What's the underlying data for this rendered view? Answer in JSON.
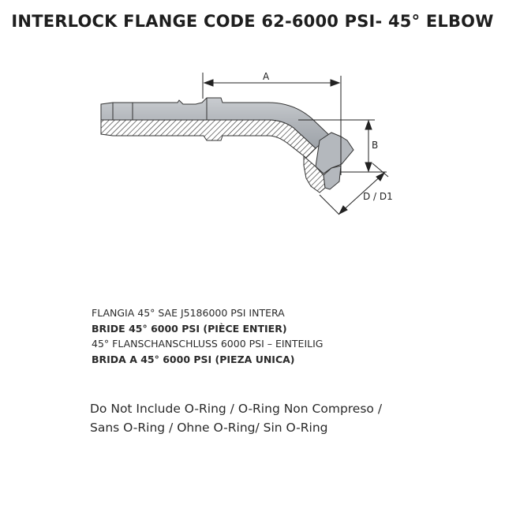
{
  "title": "INTERLOCK FLANGE CODE 62-6000 PSI- 45°  ELBOW",
  "drawing": {
    "dimension_labels": {
      "a": "A",
      "b": "B",
      "d": "D / D1"
    }
  },
  "descriptions": [
    {
      "text": "FLANGIA 45° SAE J5186000 PSI INTERA",
      "bold": false
    },
    {
      "text": "BRIDE 45°   6000 PSI (PIÈCE ENTIER)",
      "bold": true
    },
    {
      "text": "45° FLANSCHANSCHLUSS 6000 PSI – EINTEILIG",
      "bold": false
    },
    {
      "text": "BRIDA A 45°   6000 PSI (PIEZA UNICA)",
      "bold": true
    }
  ],
  "note": {
    "line1": "Do Not Include O-Ring / O-Ring Non Compreso  /",
    "line2": "Sans O-Ring / Ohne O-Ring/  Sin  O-Ring"
  }
}
